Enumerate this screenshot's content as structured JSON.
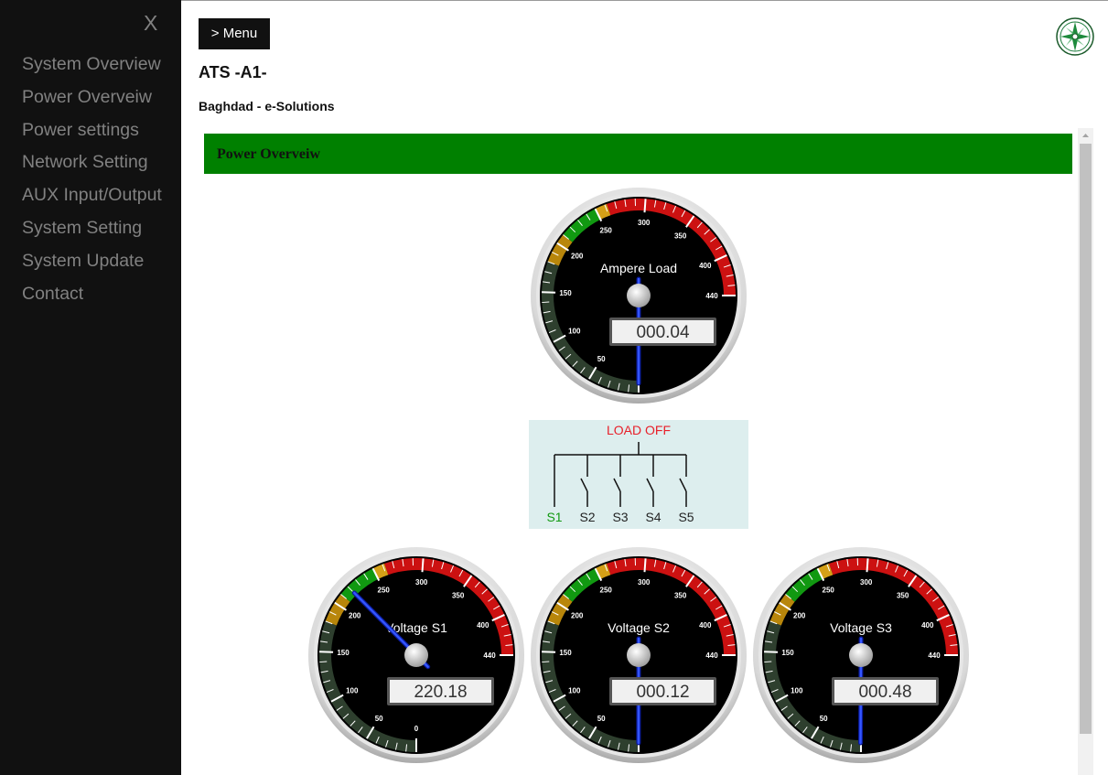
{
  "sidebar": {
    "close_label": "X",
    "items": [
      {
        "label": "System Overview"
      },
      {
        "label": "Power Overveiw"
      },
      {
        "label": "Power settings"
      },
      {
        "label": "Network Setting"
      },
      {
        "label": "AUX Input/Output"
      },
      {
        "label": "System Setting"
      },
      {
        "label": "System Update"
      },
      {
        "label": "Contact"
      }
    ]
  },
  "header": {
    "menu_label": "> Menu",
    "title": "ATS -A1-",
    "subtitle": "Baghdad - e-Solutions"
  },
  "section": {
    "title": "Power Overveiw"
  },
  "gauge_scale": {
    "ticks": [
      "0",
      "50",
      "100",
      "150",
      "200",
      "250",
      "300",
      "350",
      "400",
      "440"
    ],
    "min": 0,
    "max": 440
  },
  "gauges": [
    {
      "id": "ampere",
      "label": "Ampere  Load",
      "readout": "000.04",
      "value": 0.04
    },
    {
      "id": "s1",
      "label": "Voltage S1",
      "readout": "220.18",
      "value": 220.18
    },
    {
      "id": "s2",
      "label": "Voltage S2",
      "readout": "000.12",
      "value": 0.12
    },
    {
      "id": "s3",
      "label": "Voltage S3",
      "readout": "000.48",
      "value": 0.48
    }
  ],
  "switch_panel": {
    "status": "LOAD OFF",
    "sources": [
      {
        "label": "S1",
        "active": true
      },
      {
        "label": "S2",
        "active": false
      },
      {
        "label": "S3",
        "active": false
      },
      {
        "label": "S4",
        "active": false
      },
      {
        "label": "S5",
        "active": false
      }
    ]
  },
  "colors": {
    "sidebar_bg": "#111111",
    "sidebar_text": "#818181",
    "section_header": "#008000",
    "status_off": "#e8202a",
    "source_active": "#119911",
    "needle": "#2244ff"
  },
  "icons": {
    "logo": "compass-logo-icon",
    "close": "close-icon",
    "scroll_up": "scroll-up-arrow-icon"
  }
}
